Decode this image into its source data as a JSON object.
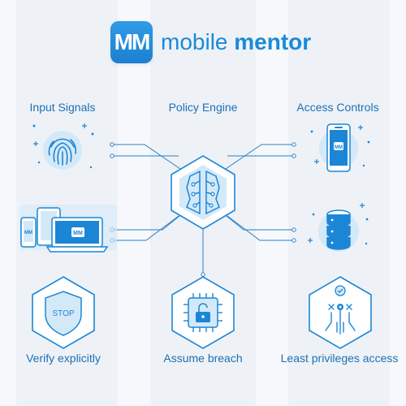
{
  "logo": {
    "badge": "MM",
    "word1": "mobile",
    "word2": "mentor"
  },
  "columns": {
    "input_signals": "Input Signals",
    "policy_engine": "Policy Engine",
    "access_controls": "Access Controls"
  },
  "icons": {
    "stop_text": "STOP",
    "phone_badge": "MM",
    "device_badge": "MM"
  },
  "principles": {
    "verify": "Verify explicitly",
    "breach": "Assume breach",
    "least": "Least privileges access"
  },
  "colors": {
    "primary": "#1c86d6",
    "light": "#d4e9f8",
    "line": "#2a7fc4"
  }
}
